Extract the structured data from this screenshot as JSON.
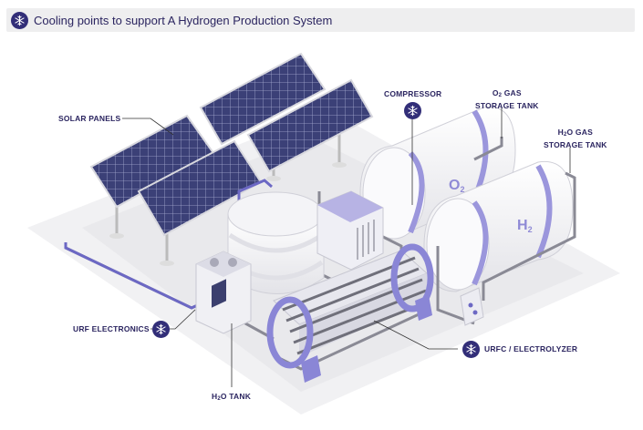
{
  "header": {
    "title": "Cooling points to support A Hydrogen Production System",
    "icon": "snowflake-icon"
  },
  "labels": {
    "solar_panels": "SOLAR PANELS",
    "compressor": "COMPRESSOR",
    "o2_tank_line1_prefix": "O",
    "o2_tank_line1_sub": "2",
    "o2_tank_line1_suffix": " GAS",
    "o2_tank_line2": "STORAGE TANK",
    "h2o_tank_line1_prefix": "H",
    "h2o_tank_line1_sub": "2",
    "h2o_tank_line1_suffix": "O GAS",
    "h2o_tank_line2": "STORAGE TANK",
    "urf_electronics": "URF ELECTRONICS",
    "urfc_electrolyzer": "URFC / ELECTROLYZER",
    "h2o_tank_prefix": "H",
    "h2o_tank_sub": "2",
    "h2o_tank_suffix": "O TANK"
  },
  "tank_marks": {
    "o2_prefix": "O",
    "o2_sub": "2",
    "h2_prefix": "H",
    "h2_sub": "2"
  },
  "colors": {
    "accent": "#322e78",
    "purple_band": "#9b96dc",
    "panel": "#3a3f7a"
  }
}
